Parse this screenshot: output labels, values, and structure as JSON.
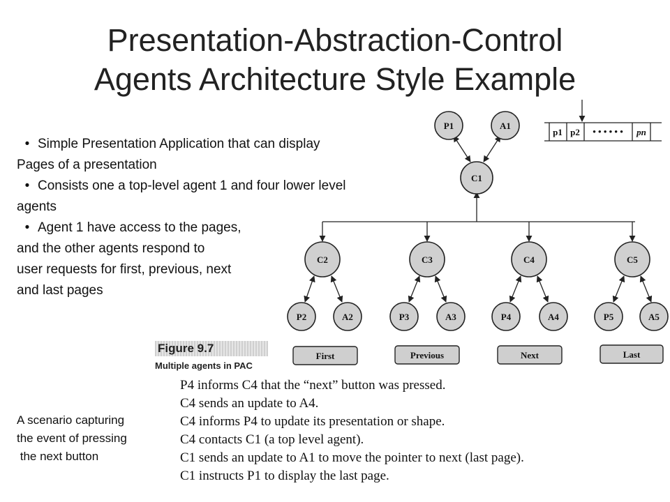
{
  "title": {
    "line1": "Presentation-Abstraction-Control",
    "line2": "Agents Architecture Style Example"
  },
  "bullets": [
    {
      "line1": "Simple Presentation Application that can display",
      "line2": "Pages of  a presentation"
    },
    {
      "line1": "Consists one a top-level agent 1 and four lower level",
      "line2": "agents"
    },
    {
      "line1": "Agent 1 have access to the pages,",
      "line2": "and the other agents respond to",
      "line3": "user requests for first, previous, next",
      "line4": "and last pages"
    }
  ],
  "bullet_char": "•",
  "figure": {
    "number": "Figure 9.7",
    "caption": "Multiple agents in PAC",
    "top_nodes": [
      "P1",
      "A1"
    ],
    "root": "C1",
    "controllers": [
      "C2",
      "C3",
      "C4",
      "C5"
    ],
    "leaves": [
      [
        "P2",
        "A2"
      ],
      [
        "P3",
        "A3"
      ],
      [
        "P4",
        "A4"
      ],
      [
        "P5",
        "A5"
      ]
    ],
    "buttons": [
      "First",
      "Previous",
      "Next",
      "Last"
    ],
    "pages": {
      "p1": "p1",
      "p2": "p2",
      "dots": "• • • • • •",
      "pn": "pn"
    }
  },
  "scenario_caption": "A scenario capturing\nthe event of pressing\n the next button",
  "scenario_steps": [
    "P4 informs C4 that the “next” button was pressed.",
    "C4 sends an update to A4.",
    "C4 informs P4 to update its presentation or shape.",
    "C4 contacts C1 (a top level agent).",
    "C1 sends an update to A1 to move the pointer to next (last page).",
    "C1 instructs P1 to display the last page."
  ]
}
